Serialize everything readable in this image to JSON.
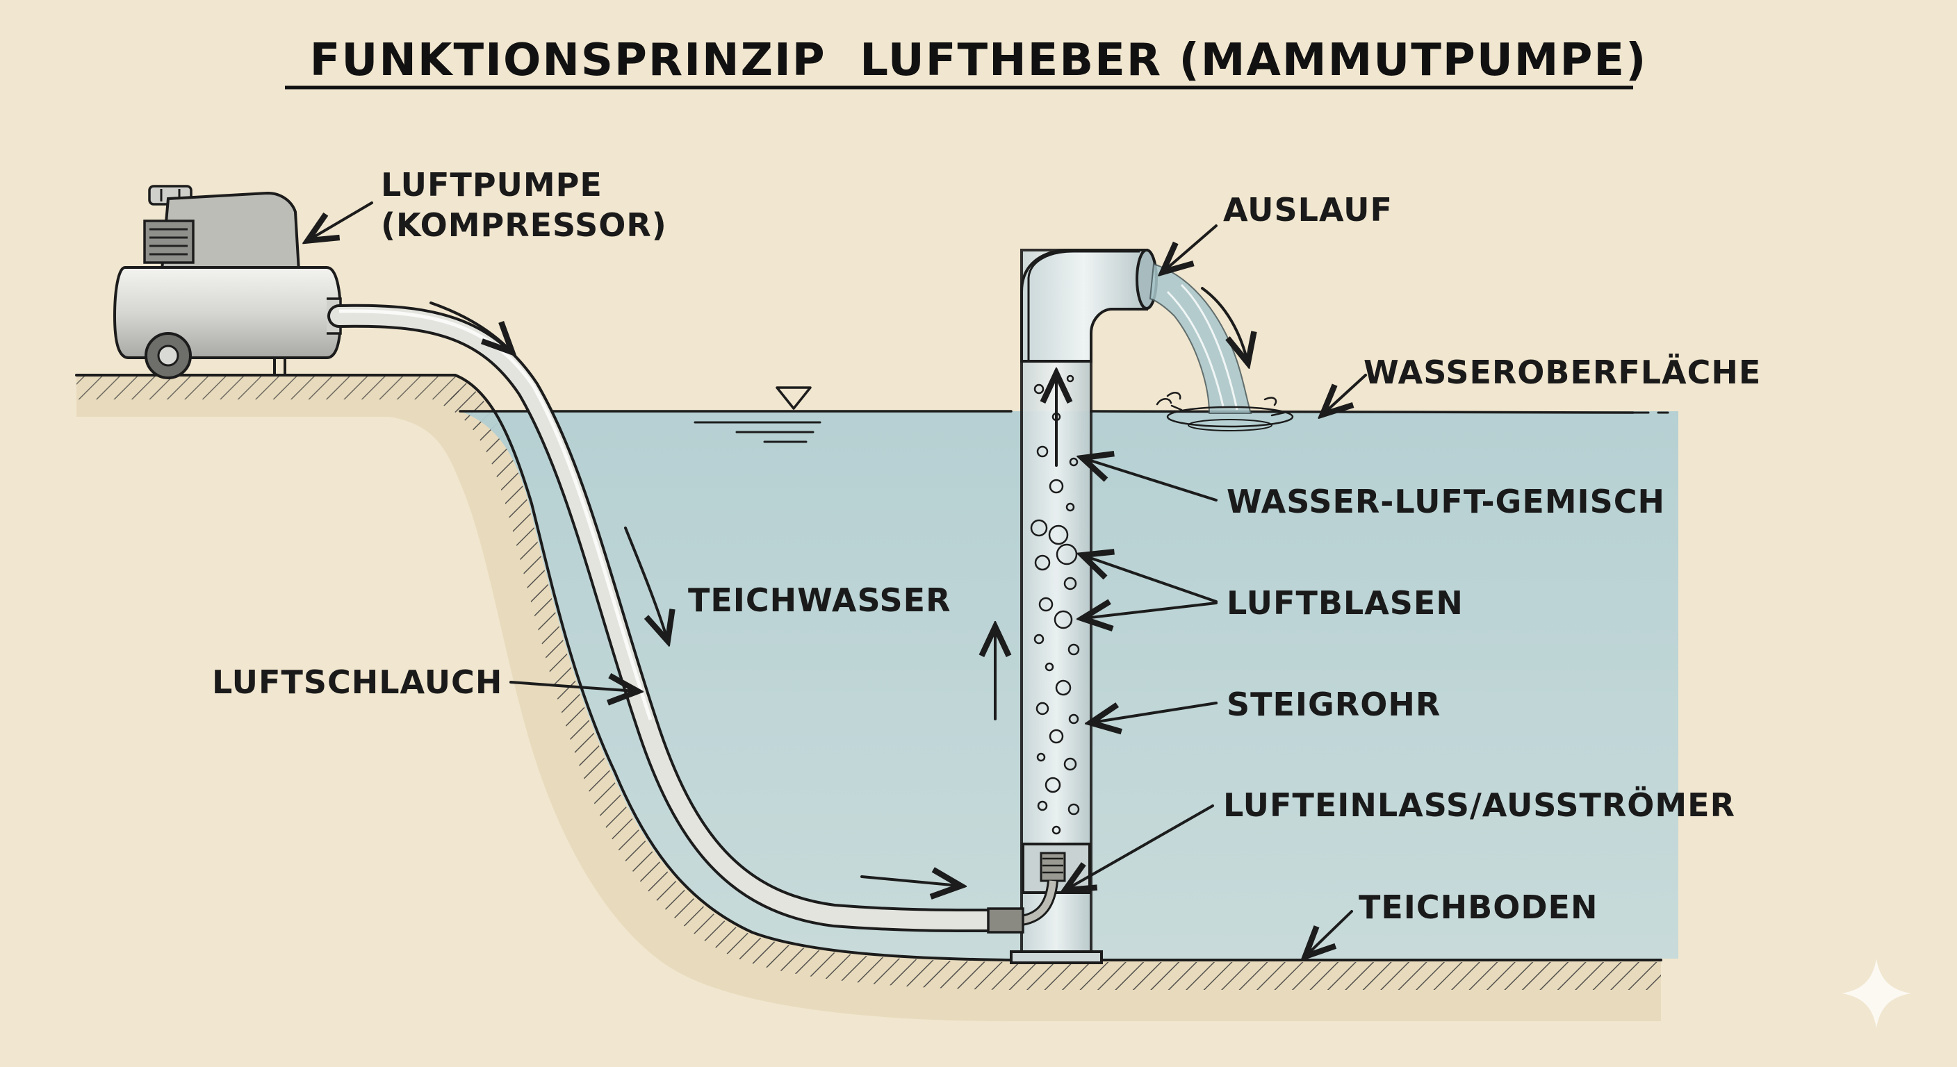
{
  "title": "FUNKTIONSPRINZIP  LUFTHEBER (MAMMUTPUMPE)",
  "labels": {
    "luftpumpe_line1": "LUFTPUMPE",
    "luftpumpe_line2": "(KOMPRESSOR)",
    "auslauf": "AUSLAUF",
    "wasseroberflaeche": "WASSEROBERFLÄCHE",
    "wasser_luft_gemisch": "WASSER-LUFT-GEMISCH",
    "luftblasen": "LUFTBLASEN",
    "teichwasser": "TEICHWASSER",
    "steigrohr": "STEIGROHR",
    "luftschlauch": "LUFTSCHLAUCH",
    "lufteinlass": "LUFTEINLASS/AUSSTRÖMER",
    "teichboden": "TEICHBODEN"
  },
  "icons": [
    "compressor-icon",
    "water-level-triangle-icon",
    "sparkle-watermark-icon"
  ],
  "colors": {
    "paper": "#f1e6cf",
    "water": "#b9d3d6",
    "ink": "#1c1c1c",
    "ground": "#e9dcbf"
  }
}
